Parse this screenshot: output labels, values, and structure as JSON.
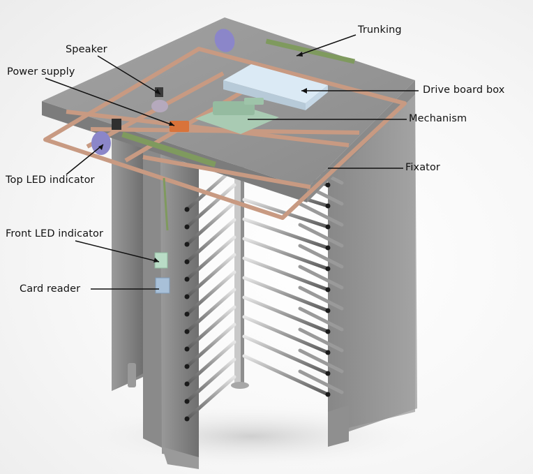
{
  "diagram": {
    "subject": "Full-height turnstile internal components",
    "labels": [
      {
        "id": "trunking",
        "text": "Trunking"
      },
      {
        "id": "speaker",
        "text": "Speaker"
      },
      {
        "id": "power_supply",
        "text": "Power supply"
      },
      {
        "id": "drive_board_box",
        "text": "Drive board box"
      },
      {
        "id": "mechanism",
        "text": "Mechanism"
      },
      {
        "id": "fixator",
        "text": "Fixator"
      },
      {
        "id": "top_led_indicator",
        "text": "Top LED indicator"
      },
      {
        "id": "front_led_indicator",
        "text": "Front LED indicator"
      },
      {
        "id": "card_reader",
        "text": "Card reader"
      }
    ],
    "colors": {
      "housing": "#8c8c8c",
      "housing_top": "#9a9a9a",
      "frame": "#c89a82",
      "trunking": "#7f9a5e",
      "drive_box": "#d6e8f4",
      "mechanism": "#a9cbb3",
      "power_supply": "#d9733a",
      "led_indicator": "#8b86c9",
      "bars": "#b8b8b8"
    }
  }
}
